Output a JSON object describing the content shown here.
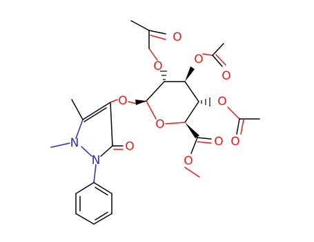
{
  "colors": {
    "bond": "#000000",
    "oxygen": "#e8191c",
    "nitrogen": "#2b2bb5",
    "background": "#ffffff"
  },
  "atoms": {
    "o_acetyl_top_1": "O",
    "o_acetyl_top_2": "O",
    "o_ester_1": "O",
    "o_ester_2": "O",
    "o_ester_3": "O",
    "o_acetyl_right": "O",
    "o_glycosidic": "O",
    "o_ring": "O",
    "o_carboxyl_dbl": "O",
    "o_carboxyl_single": "O",
    "o_pyrazolone": "O",
    "n_1": "N",
    "n_2": "N"
  }
}
